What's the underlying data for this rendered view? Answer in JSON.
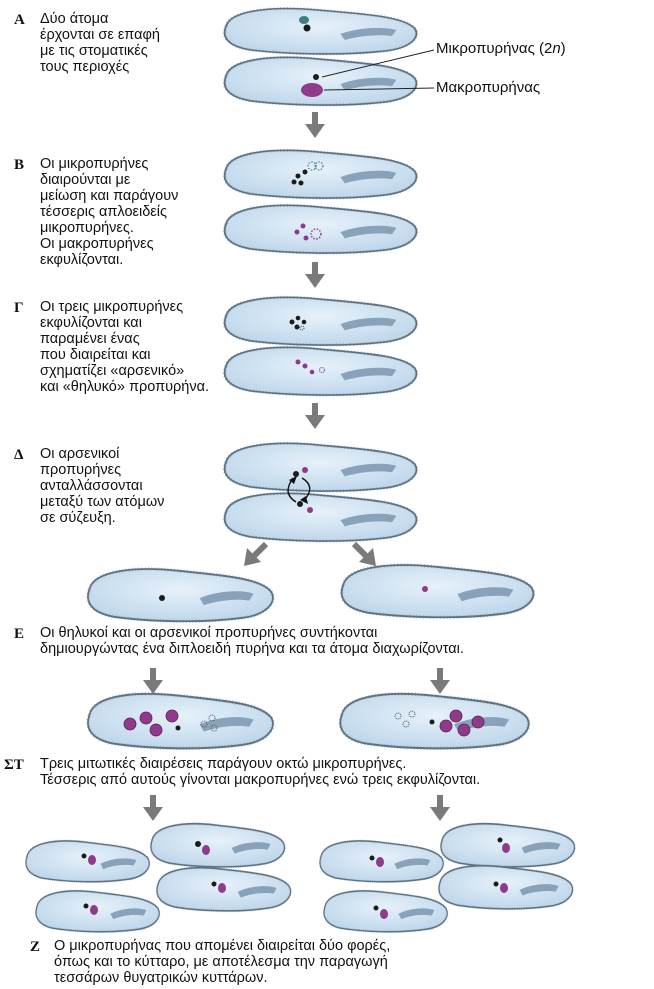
{
  "steps": [
    {
      "letter": "Α",
      "text": "Δύο άτομα\nέρχονται σε επαφή\nμε τις στοματικές\nτους περιοχές"
    },
    {
      "letter": "Β",
      "text": "Οι μικροπυρήνες\nδιαιρούνται με\nμείωση και παράγουν\nτέσσερις απλοειδείς\n μικροπυρήνες.\nΟι μακροπυρήνες\nεκφυλίζονται."
    },
    {
      "letter": "Γ",
      "text": "Οι τρεις μικροπυρήνες\nεκφυλίζονται και\nπαραμένει ένας\nπου διαιρείται και\nσχηματίζει «αρσενικό»\nκαι «θηλυκό» προπυρήνα."
    },
    {
      "letter": "Δ",
      "text": "Οι αρσενικοί\nπροπυρήνες\nανταλλάσσονται\nμεταξύ των ατόμων\nσε σύζευξη."
    },
    {
      "letter": "Ε",
      "text": "Οι θηλυκοί και οι αρσενικοί προπυρήνες συντήκονται\nδημιουργώντας ένα διπλοειδή πυρήνα και τα άτομα διαχωρίζονται."
    },
    {
      "letter": "ΣΤ",
      "text": "Τρεις μιτωτικές διαιρέσεις παράγουν οκτώ μικροπυρήνες.\nΤέσσερις από αυτούς γίνονται μακροπυρήνες ενώ τρεις εκφυλίζονται."
    },
    {
      "letter": "Ζ",
      "text": "Ο μικροπυρήνας που απομένει διαιρείται δύο φορές,\nόπως και το κύτταρο, με αποτέλεσμα την παραγωγή\nτεσσάρων θυγατρικών κυττάρων."
    }
  ],
  "labels": {
    "micronucleus_main": "Μικροπυρήνας (2",
    "micronucleus_n": "n",
    "micronucleus_end": ")",
    "macronucleus": "Μακροπυρήνας"
  },
  "colors": {
    "cell_fill": "#cfe3f3",
    "cell_stroke": "#5a6f80",
    "groove": "#8fa9bf",
    "macronucleus": "#8e3b8b",
    "micronucleus": "#1c1c1c",
    "arrow": "#7a7a7a"
  }
}
